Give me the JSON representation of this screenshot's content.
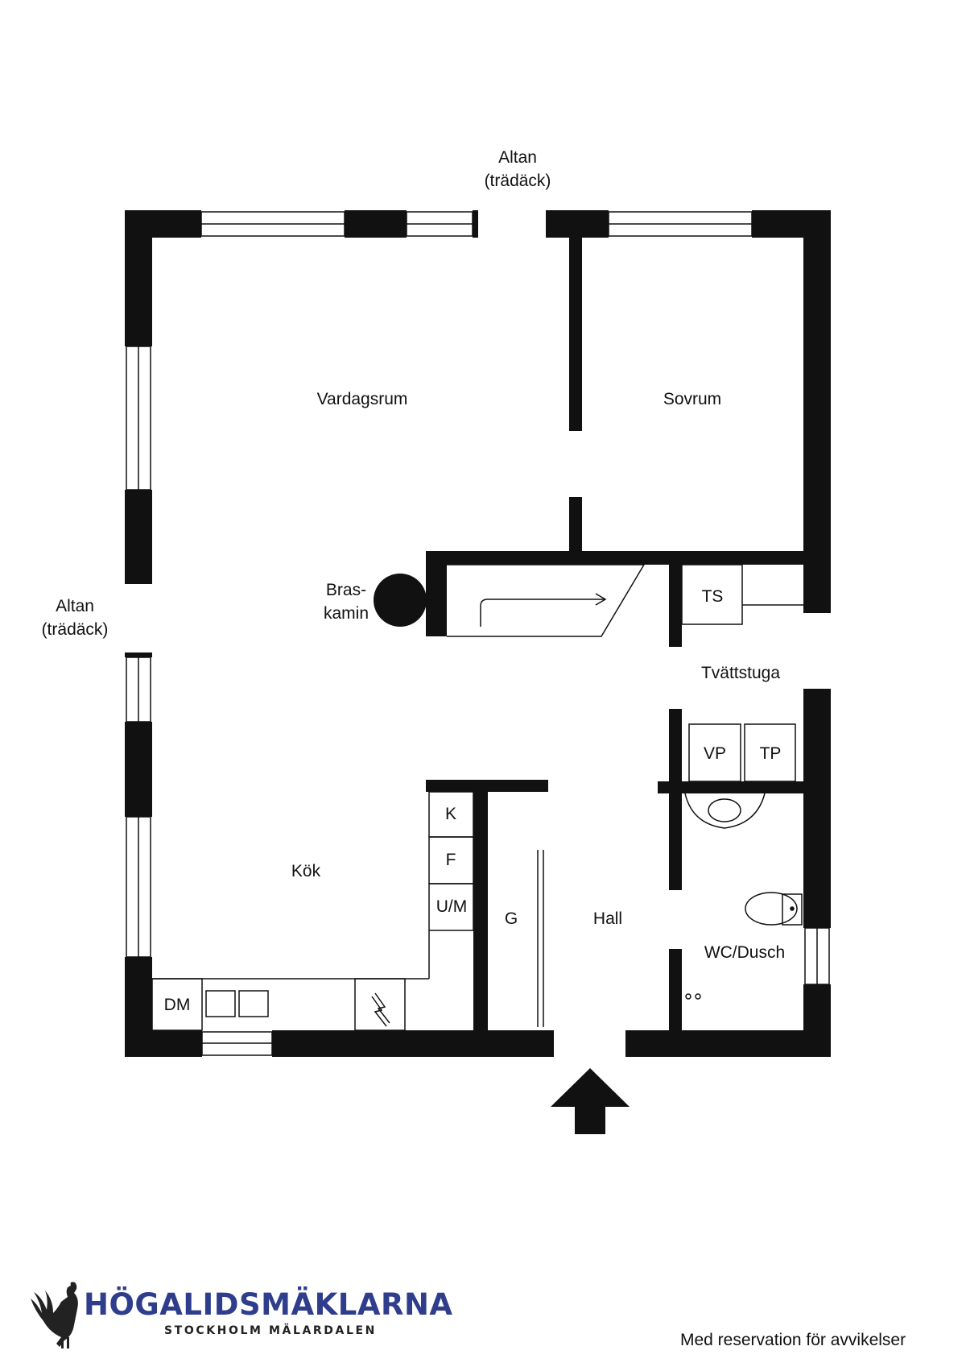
{
  "plan": {
    "rooms": {
      "vardagsrum": "Vardagsrum",
      "sovrum": "Sovrum",
      "kok": "Kök",
      "hall": "Hall",
      "tvattstuga": "Tvättstuga",
      "wc_dusch": "WC/Dusch"
    },
    "outdoor": {
      "altan_top_line1": "Altan",
      "altan_top_line2": "(trädäck)",
      "altan_left_line1": "Altan",
      "altan_left_line2": "(trädäck)"
    },
    "fireplace": {
      "line1": "Bras-",
      "line2": "kamin"
    },
    "fixtures": {
      "ts": "TS",
      "vp": "VP",
      "tp": "TP",
      "k": "K",
      "f": "F",
      "um": "U/M",
      "g": "G",
      "dm": "DM"
    },
    "entrance_icon": "entrance-arrow-icon"
  },
  "footer": {
    "brand": "HÖGALIDSMÄKLARNA",
    "tagline": "STOCKHOLM MÄLARDALEN",
    "disclaimer": "Med reservation för avvikelser",
    "logo_icon": "rooster-icon",
    "brand_color": "#2f3d8d"
  }
}
